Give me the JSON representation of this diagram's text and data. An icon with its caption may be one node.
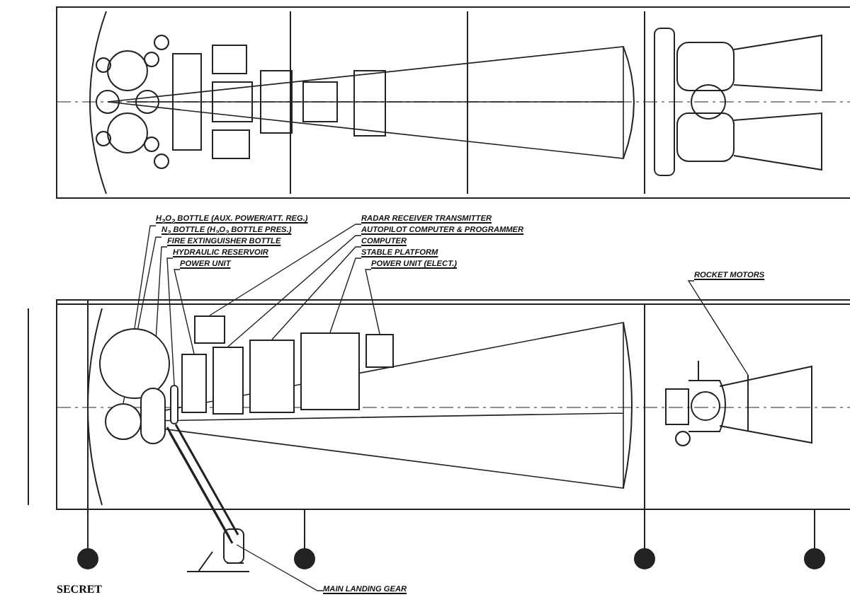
{
  "diagram": {
    "nodes": [
      {
        "text": [
          "H$_{2}$O$_{2}$ BOTTLE (AUX. POWER/ATT. REG.)"
        ]
      },
      {
        "text": [
          "N$_{2}$ BOTTLE (H$_{2}$O$_{2}$ BOTTLE PRES.)"
        ]
      },
      {
        "text": [
          "FIRE EXTINGUISHER BOTTLE"
        ]
      },
      {
        "text": [
          "HYDRAULIC RESERVOIR"
        ]
      },
      {
        "text": [
          "POWER UNIT"
        ]
      },
      {
        "text": [
          "RADAR RECEIVER TRANSMITTER"
        ]
      },
      {
        "text": [
          "AUTOPILOT COMPUTER & PROGRAMMER"
        ]
      },
      {
        "text": [
          "COMPUTER"
        ]
      },
      {
        "text": [
          "STABLE PLATFORM"
        ]
      },
      {
        "text": [
          "POWER UNIT (ELECT.)"
        ]
      },
      {
        "text": [
          "ROCKET MOTORS"
        ]
      },
      {
        "text": [
          "MAIN LANDING GEAR"
        ]
      },
      {
        "text": [],
        "shape": "circle"
      },
      {
        "text": [],
        "shape": "circle"
      },
      {
        "text": [],
        "shape": "cylinder"
      },
      {
        "text": [],
        "shape": "cylinder"
      },
      {
        "text": [],
        "shape": "box"
      },
      {
        "text": [],
        "shape": "box"
      },
      {
        "text": [],
        "shape": "box"
      },
      {
        "text": [],
        "shape": "box"
      },
      {
        "text": [],
        "shape": "box"
      },
      {
        "text": [],
        "shape": "box"
      },
      {
        "text": [],
        "shape": "picture"
      },
      {
        "text": [],
        "shape": "picture"
      }
    ],
    "edges": [
      {
        "from": 0,
        "to": 12,
        "arrow": "none"
      },
      {
        "from": 1,
        "to": 13,
        "arrow": "none"
      },
      {
        "from": 2,
        "to": 14,
        "arrow": "none"
      },
      {
        "from": 3,
        "to": 15,
        "arrow": "none"
      },
      {
        "from": 4,
        "to": 16,
        "arrow": "none"
      },
      {
        "from": 5,
        "to": 17,
        "arrow": "none"
      },
      {
        "from": 6,
        "to": 18,
        "arrow": "none"
      },
      {
        "from": 7,
        "to": 19,
        "arrow": "none"
      },
      {
        "from": 8,
        "to": 20,
        "arrow": "none"
      },
      {
        "from": 9,
        "to": 21,
        "arrow": "none"
      },
      {
        "from": 10,
        "to": 22,
        "arrow": "none"
      },
      {
        "from": 11,
        "to": 23,
        "arrow": "none"
      }
    ],
    "labels": [
      "SECRET"
    ]
  }
}
